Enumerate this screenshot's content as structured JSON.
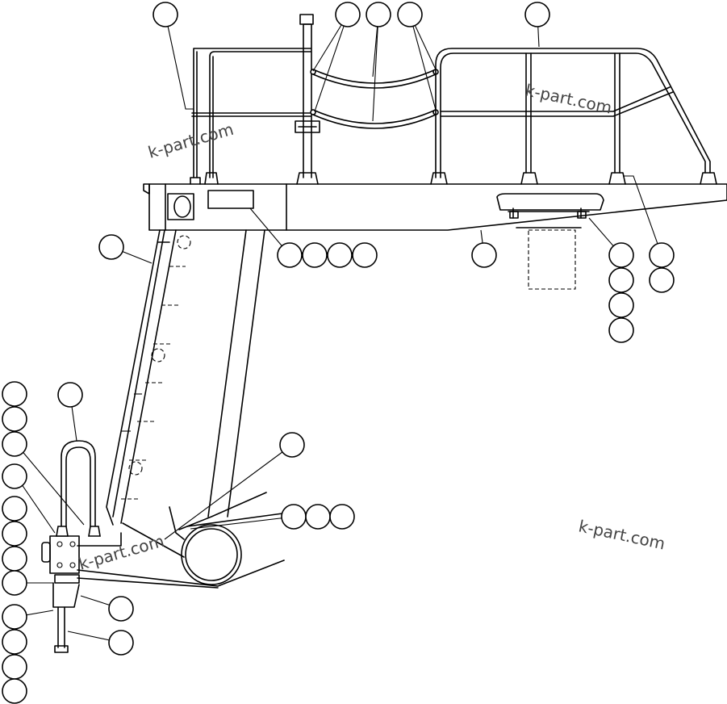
{
  "watermarks": [
    "k-part.com",
    "k-part.com",
    "k-part.com",
    "k-part.com"
  ],
  "callout_labels": []
}
